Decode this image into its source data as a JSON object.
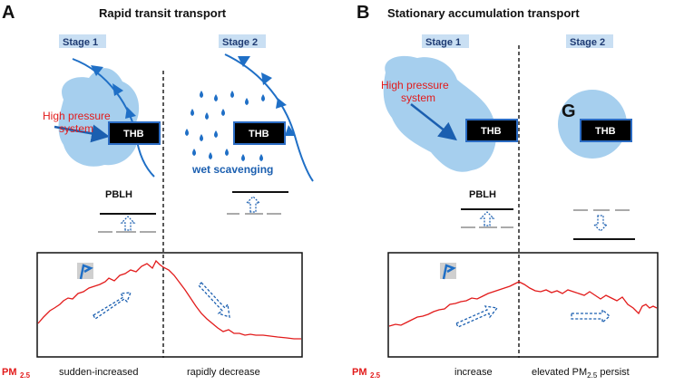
{
  "panels": {
    "a": {
      "letter": "A",
      "title": "Rapid transit transport",
      "stage1": "Stage 1",
      "stage2": "Stage 2",
      "thb1": "THB",
      "thb2": "THB",
      "high_pressure_line1": "High pressure",
      "high_pressure_line2": "system",
      "wet_scavenging": "wet scavenging",
      "pblh": "PBLH",
      "pm_main": "PM",
      "pm_sub": "2.5",
      "bottom_left": "sudden-increased",
      "bottom_right": "rapidly decrease"
    },
    "b": {
      "letter": "B",
      "title": "Stationary accumulation transport",
      "stage1": "Stage 1",
      "stage2": "Stage 2",
      "thb1": "THB",
      "thb2": "THB",
      "high_pressure_line1": "High pressure",
      "high_pressure_line2": "system",
      "g_label": "G",
      "pblh": "PBLH",
      "pm_main": "PM",
      "pm_sub": "2.5",
      "bottom_left": "increase",
      "bottom_right_main": "elevated PM",
      "bottom_right_sub": "2.5",
      "bottom_right_tail": " persist"
    }
  },
  "colors": {
    "airmass": "#a6cfee",
    "front": "#1f6fc6",
    "pm_line": "#e21b1b",
    "arrow": "#1b5fb0",
    "text_red": "#e21b1b"
  },
  "icons": [
    "high-pressure-airmass",
    "cold-front",
    "raindrop-icon",
    "flag-icon",
    "trend-arrow-icon"
  ]
}
